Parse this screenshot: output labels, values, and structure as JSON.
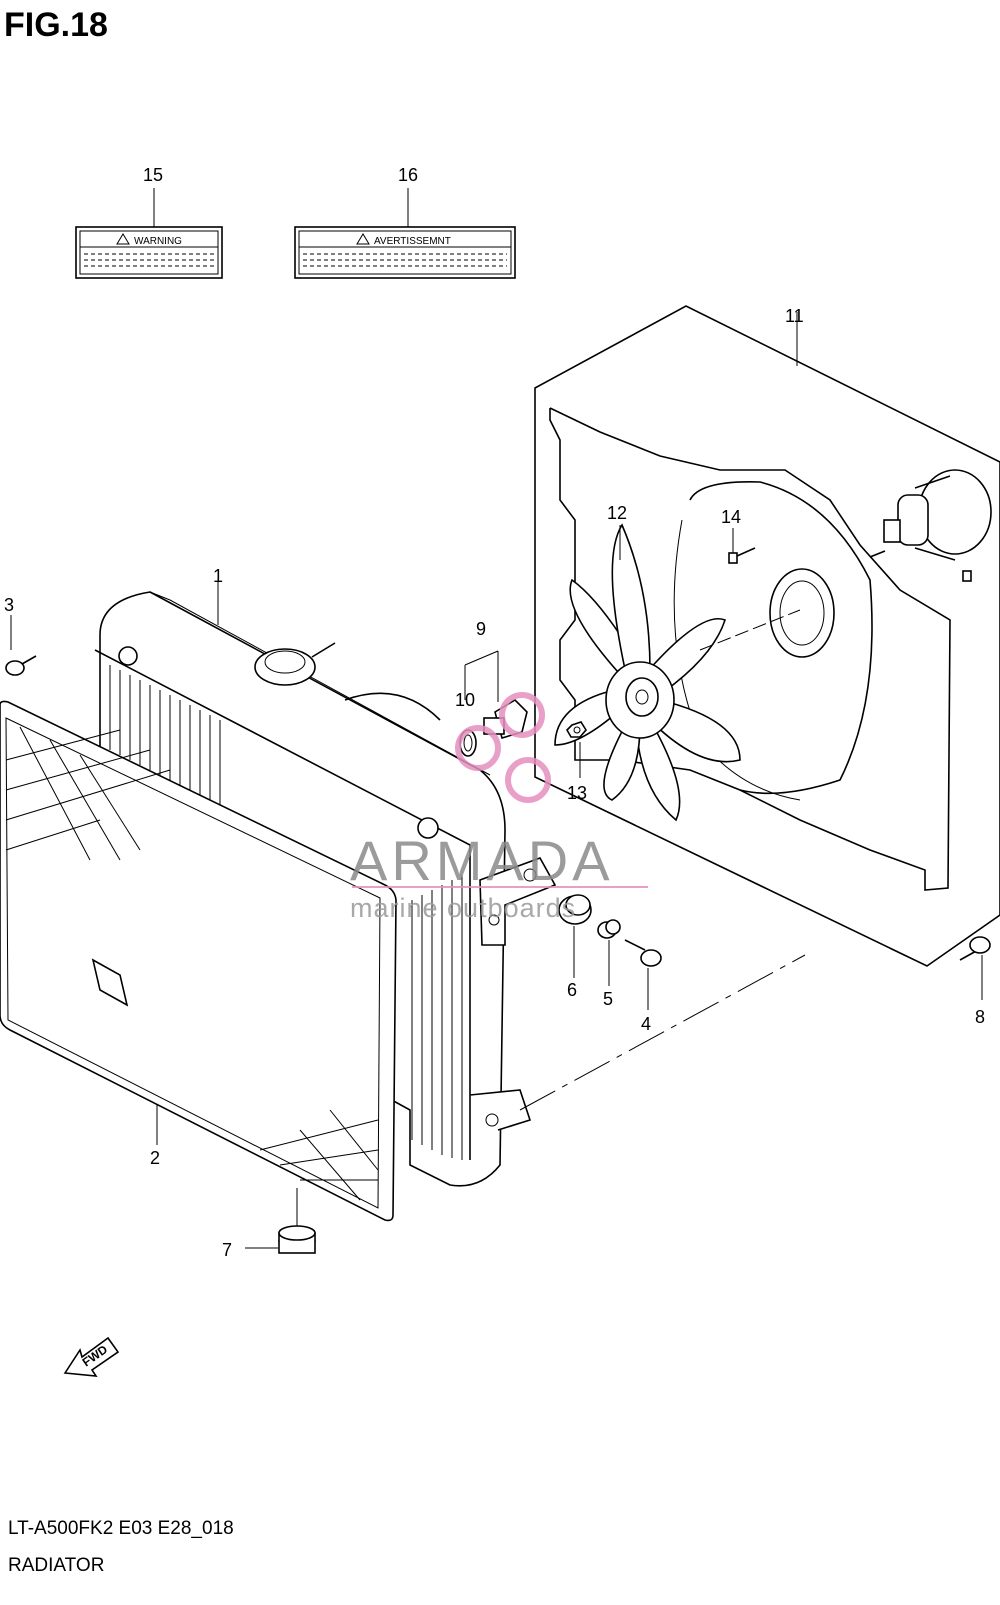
{
  "figure": {
    "title": "FIG.18"
  },
  "callouts": [
    {
      "id": "1",
      "label": "1"
    },
    {
      "id": "2",
      "label": "2"
    },
    {
      "id": "3",
      "label": "3"
    },
    {
      "id": "4",
      "label": "4"
    },
    {
      "id": "5",
      "label": "5"
    },
    {
      "id": "6",
      "label": "6"
    },
    {
      "id": "7",
      "label": "7"
    },
    {
      "id": "8",
      "label": "8"
    },
    {
      "id": "9",
      "label": "9"
    },
    {
      "id": "10",
      "label": "10"
    },
    {
      "id": "11",
      "label": "11"
    },
    {
      "id": "12",
      "label": "12"
    },
    {
      "id": "13",
      "label": "13"
    },
    {
      "id": "14",
      "label": "14"
    },
    {
      "id": "15",
      "label": "15"
    },
    {
      "id": "16",
      "label": "16"
    }
  ],
  "labels": {
    "warning": "WARNING",
    "avertissement": "AVERTISSEMNT"
  },
  "direction_marker": "FWD",
  "watermark": {
    "brand": "ARMADA",
    "tagline": "marine outboards",
    "color": "#e58fbf"
  },
  "footer": {
    "model": "LT-A500FK2 E03 E28_018",
    "section": "RADIATOR"
  }
}
